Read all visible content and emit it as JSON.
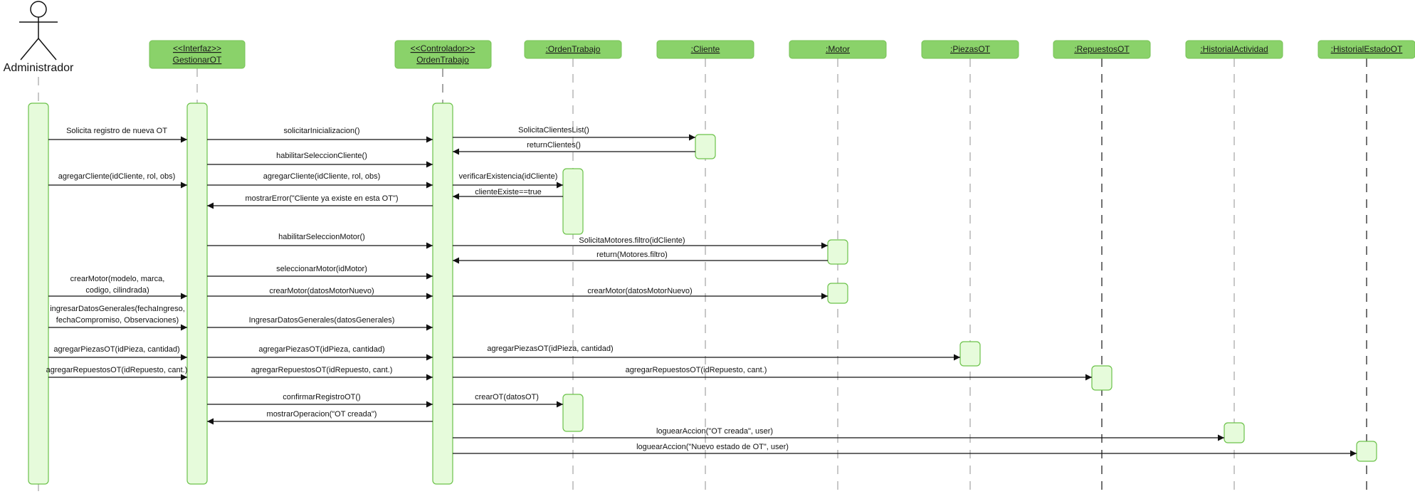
{
  "colors": {
    "header_fill": "#8ad26a",
    "header_stroke": "#76c255",
    "activation_fill": "#e6fbdb",
    "activation_stroke": "#6cc24a",
    "lifeline": "#b5b5b5",
    "lifeline_dark": "#444444",
    "arrow": "#111111"
  },
  "actor": {
    "label": "Administrador",
    "icon": "stick-figure-icon"
  },
  "participants": [
    {
      "id": "admin",
      "label": "Administrador"
    },
    {
      "id": "gestion",
      "line1": "<<Interfaz>>",
      "line2": "GestionarOT"
    },
    {
      "id": "ctrl",
      "line1": "<<Controlador>>",
      "line2": "OrdenTrabajo"
    },
    {
      "id": "orden",
      "line1": ":OrdenTrabajo"
    },
    {
      "id": "cliente",
      "line1": ":Cliente"
    },
    {
      "id": "motor",
      "line1": ":Motor"
    },
    {
      "id": "piezas",
      "line1": ":PiezasOT"
    },
    {
      "id": "repuestos",
      "line1": ":RepuestosOT"
    },
    {
      "id": "historial",
      "line1": ":HistorialActividad"
    },
    {
      "id": "estado",
      "line1": ":HistorialEstadoOT"
    }
  ],
  "messages": [
    {
      "from": "admin",
      "to": "gestion",
      "lines": [
        "Solicita registro de nueva OT"
      ]
    },
    {
      "from": "gestion",
      "to": "ctrl",
      "lines": [
        "solicitarInicializacion()"
      ]
    },
    {
      "from": "ctrl",
      "to": "cliente",
      "lines": [
        "SolicitaClientesList()"
      ]
    },
    {
      "from": "cliente",
      "to": "ctrl",
      "lines": [
        "returnClientes()"
      ]
    },
    {
      "from": "gestion",
      "to": "ctrl",
      "lines": [
        "habilitarSeleccionCliente()"
      ]
    },
    {
      "from": "admin",
      "to": "gestion",
      "lines": [
        "agregarCliente(idCliente, rol, obs)"
      ]
    },
    {
      "from": "gestion",
      "to": "ctrl",
      "lines": [
        "agregarCliente(idCliente, rol, obs)"
      ]
    },
    {
      "from": "ctrl",
      "to": "orden",
      "lines": [
        "verificarExistencia(idCliente)"
      ]
    },
    {
      "from": "orden",
      "to": "ctrl",
      "lines": [
        "clienteExiste==true"
      ]
    },
    {
      "from": "ctrl",
      "to": "gestion",
      "lines": [
        "mostrarError(\"Cliente ya existe en esta OT\")"
      ]
    },
    {
      "from": "gestion",
      "to": "ctrl",
      "lines": [
        "habilitarSeleccionMotor()"
      ]
    },
    {
      "from": "ctrl",
      "to": "motor",
      "lines": [
        "SolicitaMotores.filtro(idCliente)"
      ]
    },
    {
      "from": "motor",
      "to": "ctrl",
      "lines": [
        "return(Motores.filtro)"
      ]
    },
    {
      "from": "gestion",
      "to": "ctrl",
      "lines": [
        "seleccionarMotor(idMotor)"
      ]
    },
    {
      "from": "admin",
      "to": "gestion",
      "lines": [
        "crearMotor(modelo, marca,",
        "codigo, cilindrada)"
      ]
    },
    {
      "from": "gestion",
      "to": "ctrl",
      "lines": [
        "crearMotor(datosMotorNuevo)"
      ]
    },
    {
      "from": "ctrl",
      "to": "motor",
      "lines": [
        "crearMotor(datosMotorNuevo)"
      ]
    },
    {
      "from": "admin",
      "to": "gestion",
      "lines": [
        "ingresarDatosGenerales(fechaIngreso,",
        "fechaCompromiso, Observaciones)"
      ]
    },
    {
      "from": "gestion",
      "to": "ctrl",
      "lines": [
        "IngresarDatosGenerales(datosGenerales)"
      ]
    },
    {
      "from": "admin",
      "to": "gestion",
      "lines": [
        "agregarPiezasOT(idPieza, cantidad)"
      ]
    },
    {
      "from": "gestion",
      "to": "ctrl",
      "lines": [
        "agregarPiezasOT(idPieza, cantidad)"
      ]
    },
    {
      "from": "ctrl",
      "to": "piezas",
      "lines": [
        "agregarPiezasOT(idPieza, cantidad)"
      ]
    },
    {
      "from": "admin",
      "to": "gestion",
      "lines": [
        "agregarRepuestosOT(idRepuesto, cant.)"
      ]
    },
    {
      "from": "gestion",
      "to": "ctrl",
      "lines": [
        "agregarRepuestosOT(idRepuesto, cant.)"
      ]
    },
    {
      "from": "ctrl",
      "to": "repuestos",
      "lines": [
        "agregarRepuestosOT(idRepuesto, cant.)"
      ]
    },
    {
      "from": "gestion",
      "to": "ctrl",
      "lines": [
        "confirmarRegistroOT()"
      ]
    },
    {
      "from": "ctrl",
      "to": "orden",
      "lines": [
        "crearOT(datosOT)"
      ]
    },
    {
      "from": "ctrl",
      "to": "gestion",
      "lines": [
        "mostrarOperacion(\"OT creada\")"
      ]
    },
    {
      "from": "ctrl",
      "to": "historial",
      "lines": [
        "loguearAccion(\"OT creada\", user)"
      ]
    },
    {
      "from": "ctrl",
      "to": "estado",
      "lines": [
        "loguearAccion(\"Nuevo estado de OT\", user)"
      ]
    }
  ]
}
